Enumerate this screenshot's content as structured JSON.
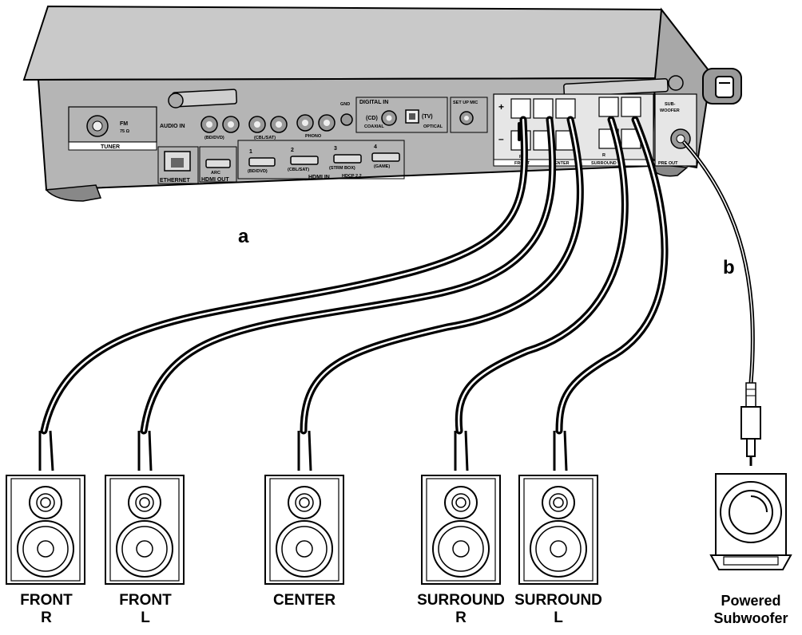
{
  "cable_labels": {
    "speaker_cable": "a",
    "subwoofer_cable": "b"
  },
  "receiver": {
    "tuner": {
      "fm": "FM",
      "ohm": "75 Ω",
      "label": "TUNER"
    },
    "audio_in": {
      "label": "AUDIO IN",
      "inputs": [
        "(BD/DVD)",
        "(CBL/SAT)",
        "PHONO"
      ]
    },
    "gnd": "GND",
    "digital_in": {
      "label": "DIGITAL IN",
      "coaxial": "(CD)",
      "coaxial_sub": "COAXIAL",
      "optical": "(TV)",
      "optical_sub": "OPTICAL"
    },
    "setup_mic": "SET UP MIC",
    "ethernet": "ETHERNET",
    "hdmi_out": {
      "label": "HDMI OUT",
      "arc": "ARC"
    },
    "hdmi_in": {
      "label": "HDMI IN",
      "hdcp": "HDCP 2.2",
      "ports": [
        {
          "num": "1",
          "name": "(BD/DVD)"
        },
        {
          "num": "2",
          "name": "(CBL/SAT)"
        },
        {
          "num": "3",
          "name": "(STRM BOX)"
        },
        {
          "num": "4",
          "name": "(GAME)"
        }
      ]
    },
    "speakers": {
      "plus": "+",
      "minus": "–",
      "front": "FRONT",
      "center": "CENTER",
      "surround": "SURROUND",
      "subwoofer": "SUB-WOOFER",
      "r": "R",
      "pre_out": "PRE OUT"
    },
    "subwoofer_out": {
      "line1": "SUB-",
      "line2": "WOOFER"
    }
  },
  "speaker_labels": [
    {
      "line1": "FRONT",
      "line2": "R"
    },
    {
      "line1": "FRONT",
      "line2": "L"
    },
    {
      "line1": "CENTER",
      "line2": ""
    },
    {
      "line1": "SURROUND",
      "line2": "R"
    },
    {
      "line1": "SURROUND",
      "line2": "L"
    },
    {
      "line1": "Powered",
      "line2": "Subwoofer"
    }
  ]
}
